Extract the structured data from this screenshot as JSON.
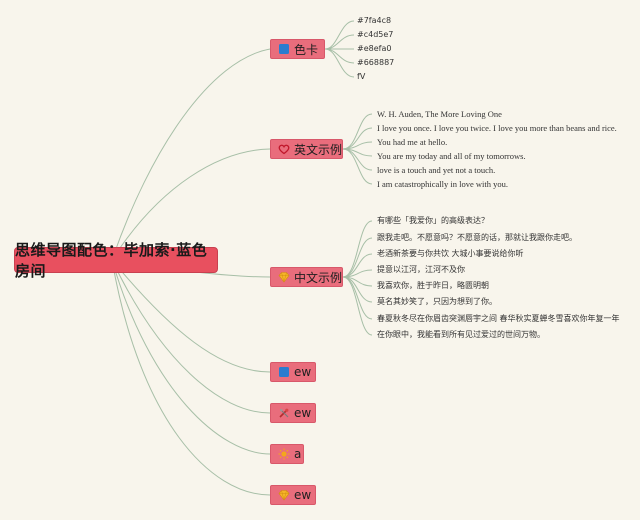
{
  "root": {
    "label": "思维导图配色：毕加索·蓝色房间"
  },
  "branches": [
    {
      "label": "色卡",
      "icon": "blue-square-icon",
      "leaves": [
        "#7fa4c8",
        "#c4d5e7",
        "#e8efa0",
        "#668887",
        "fV"
      ]
    },
    {
      "label": "英文示例",
      "icon": "heart-outline-icon",
      "leaves": [
        "W. H. Auden, The More Loving One",
        "I love you once. I love you twice. I love you more than beans and rice.",
        "You had me at hello.",
        "You are my today and all of my tomorrows.",
        "love is a touch and yet not a touch.",
        "I am catastrophically in love with you."
      ]
    },
    {
      "label": "中文示例",
      "icon": "diamond-icon",
      "leaves": [
        "有哪些「我爱你」的高级表达？",
        "跟我走吧。不愿意吗？不愿意的话，那就让我跟你走吧。",
        "老酒新茶要与你共饮 大城小事要说给你听",
        "提意以江河，江河不及你",
        "我喜欢你，胜于昨日，略匮明朝",
        "莫名其妙笑了，只因为想到了你。",
        "春夏秋冬尽在你眉齿突渊唇宇之间 春华秋实夏蝉冬雪喜欢你年复一年",
        "在你眼中，我能看到所有见过爱过的世间万物。"
      ]
    },
    {
      "label": "ew",
      "icon": "blue-square-icon",
      "leaves": []
    },
    {
      "label": "ew",
      "icon": "tools-icon",
      "leaves": []
    },
    {
      "label": "a",
      "icon": "sun-icon",
      "leaves": []
    },
    {
      "label": "ew",
      "icon": "diamond-icon",
      "leaves": []
    }
  ]
}
